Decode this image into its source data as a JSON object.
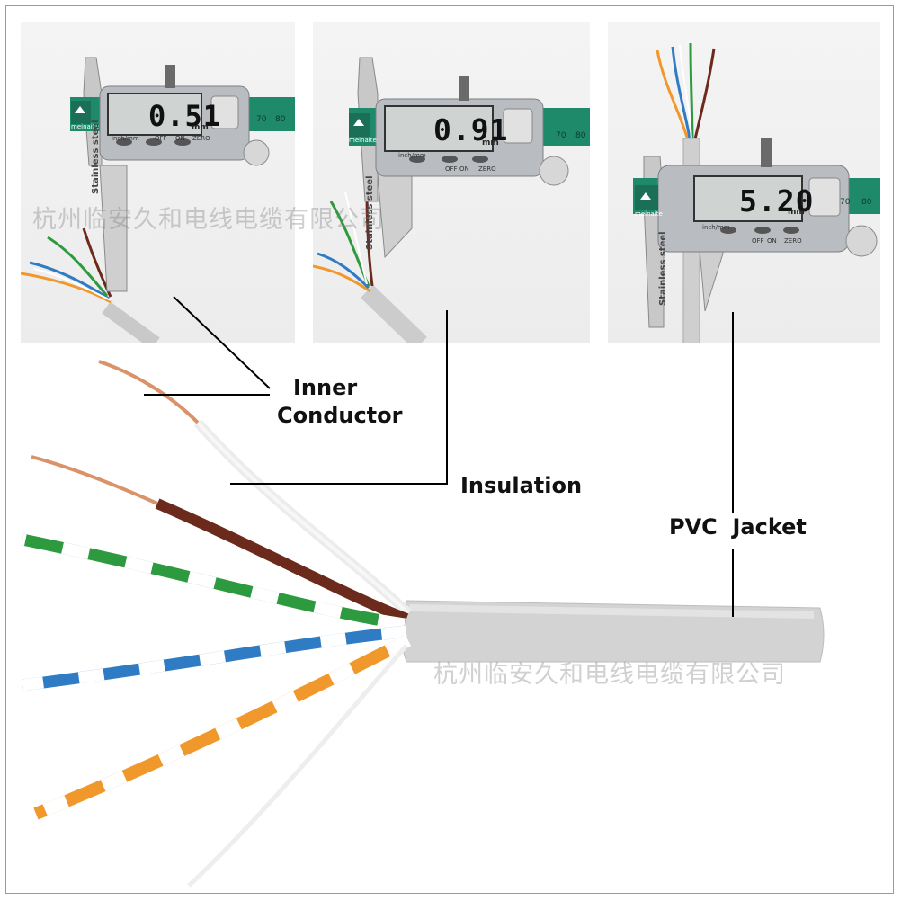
{
  "photos": [
    {
      "reading": "0.51",
      "unit": "mm",
      "brand": "meinaite",
      "material": "Stainless steel",
      "buttons": [
        "inch/mm",
        "OFF",
        "ON",
        "ZERO"
      ],
      "scale": [
        "70",
        "80"
      ]
    },
    {
      "reading": "0.91",
      "unit": "mm",
      "brand": "meinaite",
      "material": "Stainless steel",
      "buttons": [
        "inch/mm",
        "OFF",
        "ON",
        "ZERO"
      ],
      "scale": [
        "70",
        "80"
      ]
    },
    {
      "reading": "5.20",
      "unit": "mm",
      "brand": "meinaite",
      "material": "Stainless steel",
      "buttons": [
        "inch/mm",
        "OFF",
        "ON",
        "ZERO"
      ],
      "scale": [
        "70",
        "80"
      ]
    }
  ],
  "labels": {
    "inner_line1": "Inner",
    "inner_line2": "Conductor",
    "insulation": "Insulation",
    "jacket": "PVC  Jacket"
  },
  "watermark": "杭州临安久和电线电缆有限公司",
  "colors": {
    "jacket": "#d3d3d3",
    "green": "#2e9a3f",
    "blue": "#2f7cc4",
    "orange": "#f0982c",
    "brown": "#6b2a1c",
    "copper": "#d9926a",
    "caliper_green": "#1f8a6a"
  }
}
